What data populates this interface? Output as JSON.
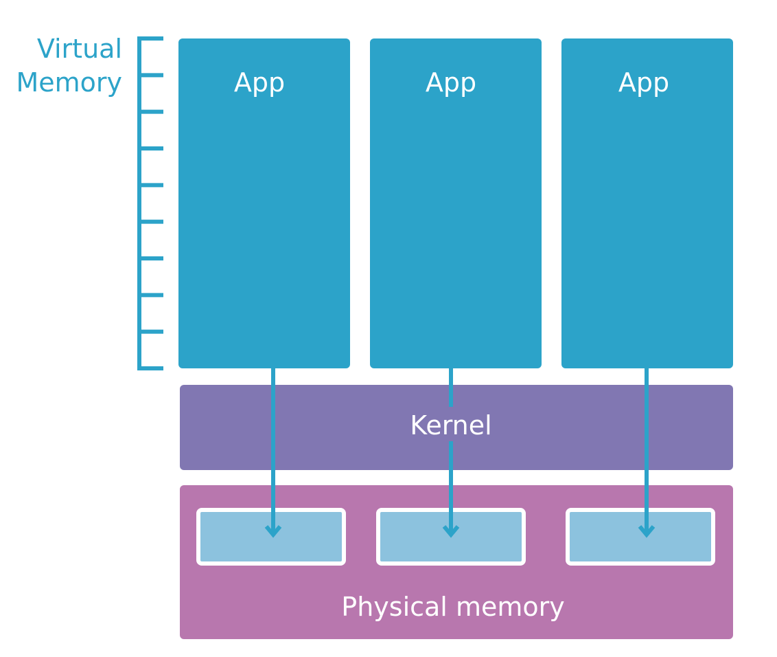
{
  "virtual_memory": {
    "label_line1": "Virtual",
    "label_line2": "Memory",
    "tick_count": 10
  },
  "apps": [
    {
      "label": "App"
    },
    {
      "label": "App"
    },
    {
      "label": "App"
    }
  ],
  "kernel": {
    "label": "Kernel"
  },
  "physical_memory": {
    "label": "Physical memory",
    "page_count": 3
  },
  "colors": {
    "app_blue": "#2ca3c9",
    "kernel_purple": "#8177b2",
    "physical_pink": "#b877ae",
    "page_light_blue": "#8cc2de",
    "page_border": "#ffffff",
    "label_blue": "#2ca3c9",
    "text_white": "#ffffff"
  }
}
